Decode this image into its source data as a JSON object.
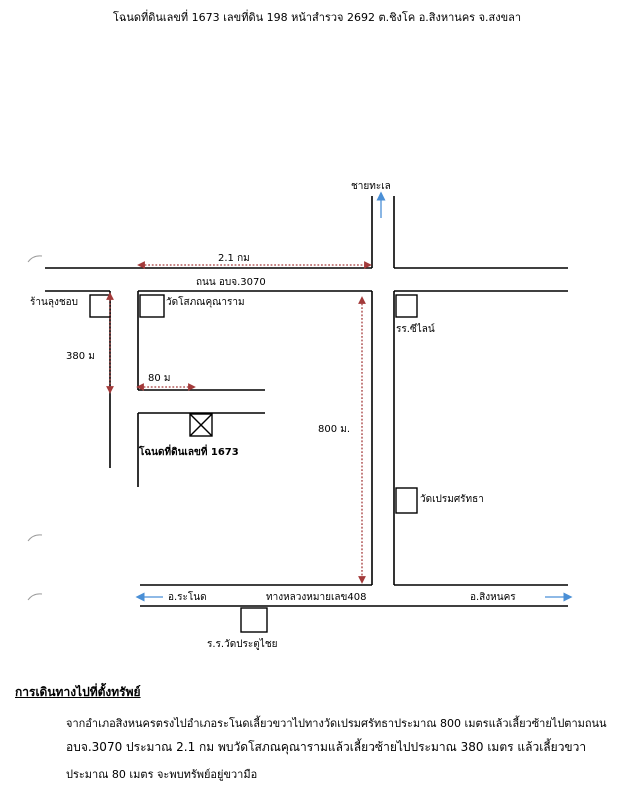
{
  "header": {
    "title": "โฉนดที่ดินเลขที่ 1673 เลขที่ดิน 198 หน้าสำรวจ 2692 ต.ชิงโค อ.สิงหานคร จ.สงขลา"
  },
  "map": {
    "labels": {
      "beach": "ชายทะเล",
      "road_3070": "ถนน อบจ.3070",
      "distance_2_1km": "2.1 กม",
      "shop": "ร้านลุงชอบ",
      "wat_sopon": "วัดโสภณคุณาราม",
      "school_sri_lan": "รร.ซีไลน์",
      "distance_380m": "380 ม",
      "distance_80m": "80 ม",
      "land_parcel": "โฉนดที่ดินเลขที่ 1673",
      "distance_800m": "800 ม.",
      "wat_prem": "วัดเปรมศรัทธา",
      "to_ranot": "อ.ระโนด",
      "highway_408": "ทางหลวงหมายเลข408",
      "to_singhanakhon": "อ.สิงหนคร",
      "school_wat_pratu": "ร.ร.วัดประตูไชย"
    },
    "colors": {
      "road_line": "#000000",
      "distance_marker": "#a33a3a",
      "direction_arrow": "#4a8fd6"
    }
  },
  "directions": {
    "heading": "การเดินทางไปที่ตั้งทรัพย์",
    "line1": "จากอำเภอสิงหนครตรงไปอำเภอระโนดเลี้ยวขวาไปทางวัดเปรมศรัทธาประมาณ 800 เมตรแล้วเลี้ยวซ้ายไปตามถนน",
    "line2": "อบจ.3070 ประมาณ 2.1 กม พบวัดโสภณคุณารามแล้วเลี้ยวซ้ายไปประมาณ 380 เมตร แล้วเลี้ยวขวา",
    "line3": "ประมาณ 80 เมตร จะพบทรัพย์อยู่ขวามือ"
  }
}
